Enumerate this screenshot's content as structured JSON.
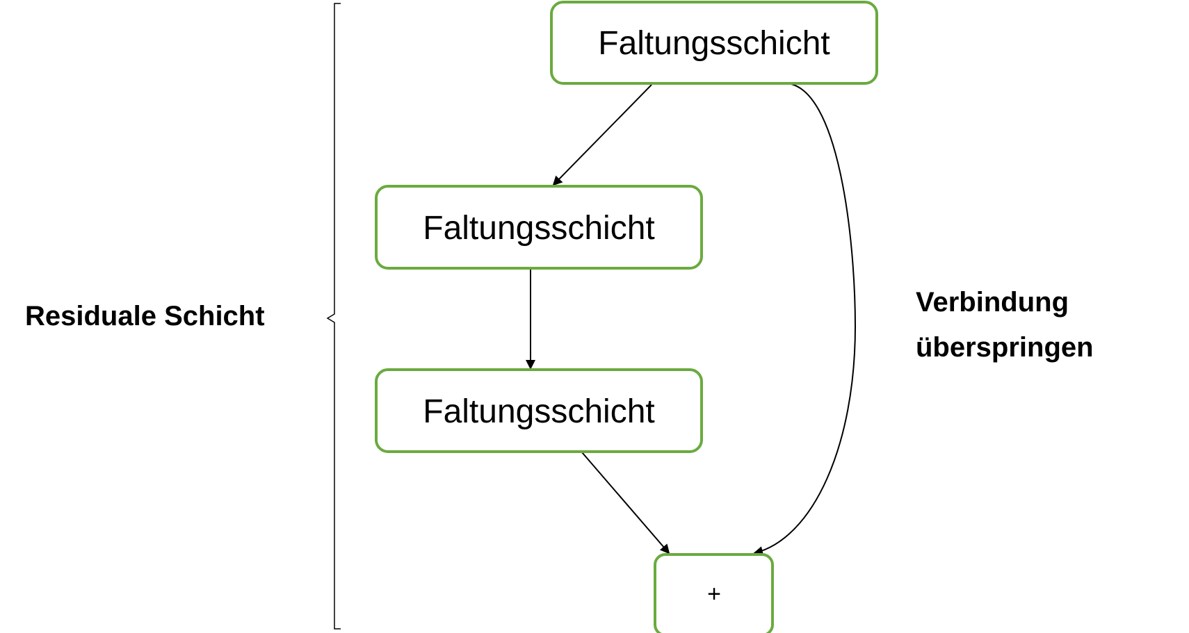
{
  "diagram": {
    "nodes": {
      "conv_top": "Faltungsschicht",
      "conv_middle": "Faltungsschicht",
      "conv_bottom": "Faltungsschicht",
      "add": "+"
    },
    "labels": {
      "group": "Residuale Schicht",
      "skip_line1": "Verbindung",
      "skip_line2": "überspringen"
    },
    "colors": {
      "node_border": "#6aaa3f",
      "edge": "#000000",
      "text": "#000000"
    }
  }
}
